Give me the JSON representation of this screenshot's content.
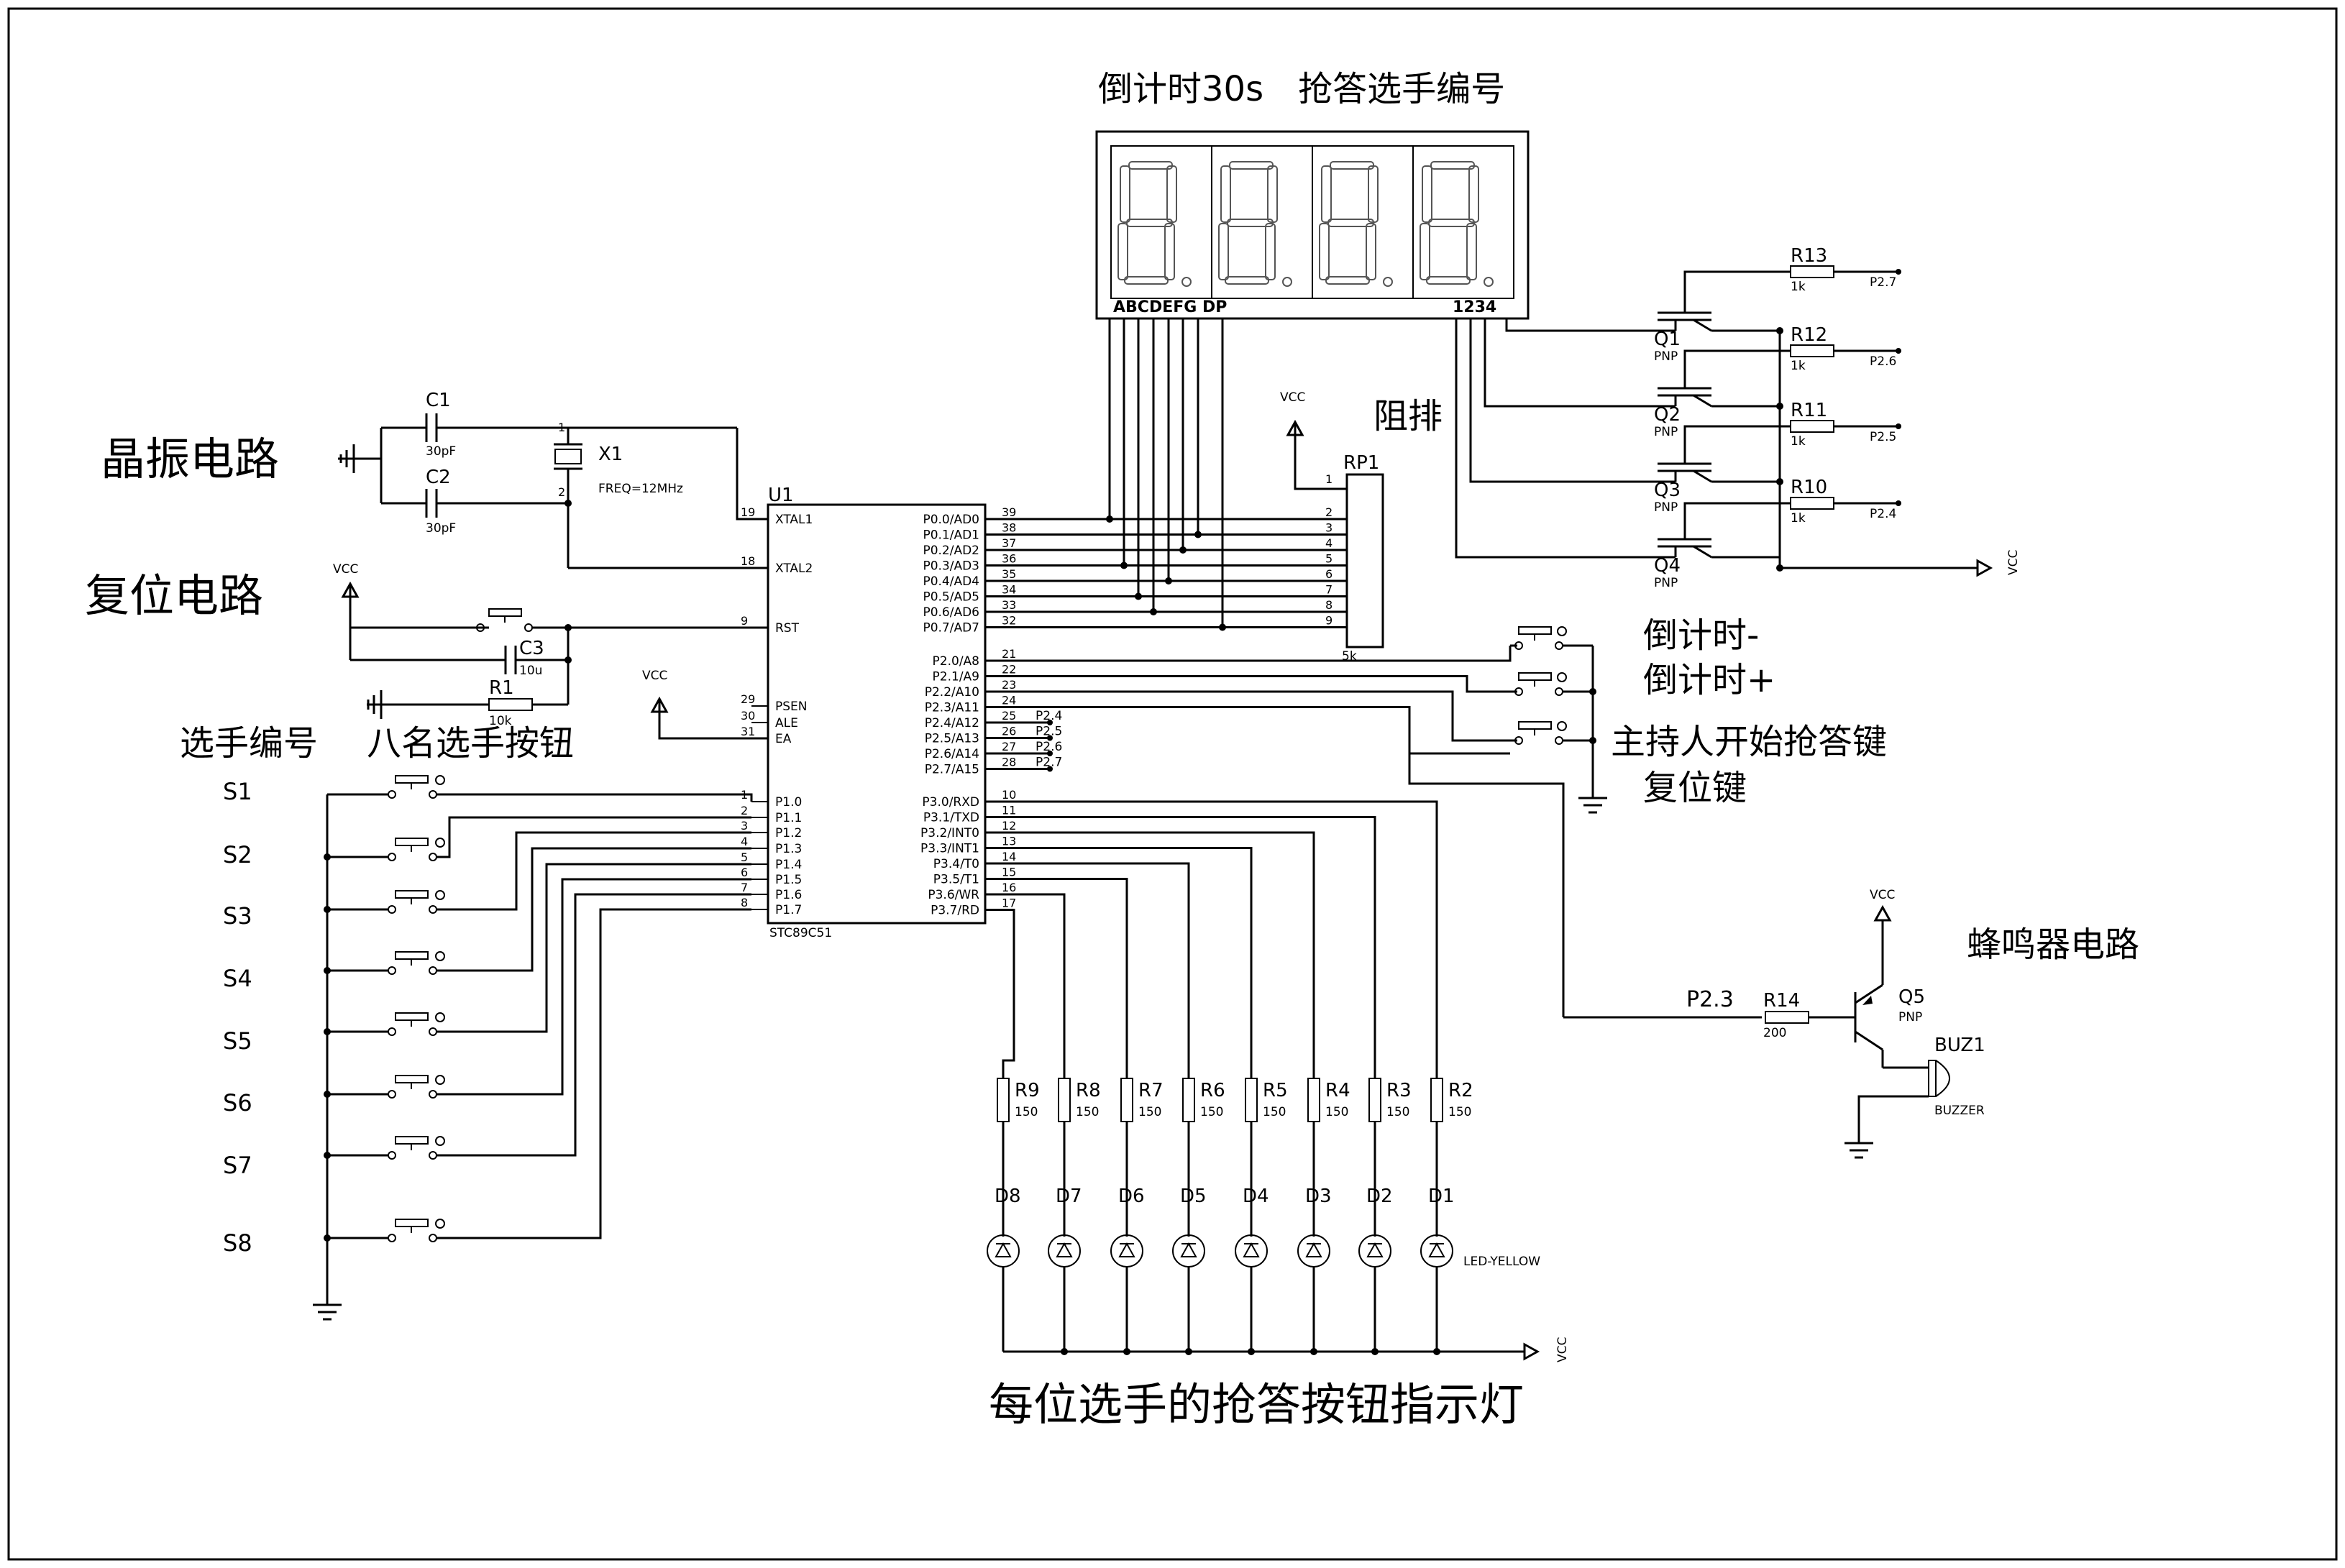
{
  "headings": {
    "display_title": "倒计时30s　抢答选手编号",
    "crystal": "晶振电路",
    "reset": "复位电路",
    "player_no": "选手编号",
    "eight_buttons": "八名选手按钮",
    "resistor_array": "阻排",
    "countdown_minus": "倒计时-",
    "countdown_plus": "倒计时+",
    "host_start": "主持人开始抢答键",
    "reset_key": "复位键",
    "buzzer": "蜂鸣器电路",
    "indicator": "每位选手的抢答按钮指示灯"
  },
  "display": {
    "segment_label": "ABCDEFG DP",
    "digit_label": "1234"
  },
  "mcu": {
    "ref": "U1",
    "part": "STC89C51",
    "left_pins": [
      {
        "num": "19",
        "name": "XTAL1"
      },
      {
        "num": "18",
        "name": "XTAL2"
      },
      {
        "num": "9",
        "name": "RST"
      },
      {
        "num": "29",
        "name": "PSEN"
      },
      {
        "num": "30",
        "name": "ALE"
      },
      {
        "num": "31",
        "name": "EA"
      },
      {
        "num": "1",
        "name": "P1.0"
      },
      {
        "num": "2",
        "name": "P1.1"
      },
      {
        "num": "3",
        "name": "P1.2"
      },
      {
        "num": "4",
        "name": "P1.3"
      },
      {
        "num": "5",
        "name": "P1.4"
      },
      {
        "num": "6",
        "name": "P1.5"
      },
      {
        "num": "7",
        "name": "P1.6"
      },
      {
        "num": "8",
        "name": "P1.7"
      }
    ],
    "right_pins": [
      {
        "num": "39",
        "name": "P0.0/AD0"
      },
      {
        "num": "38",
        "name": "P0.1/AD1"
      },
      {
        "num": "37",
        "name": "P0.2/AD2"
      },
      {
        "num": "36",
        "name": "P0.3/AD3"
      },
      {
        "num": "35",
        "name": "P0.4/AD4"
      },
      {
        "num": "34",
        "name": "P0.5/AD5"
      },
      {
        "num": "33",
        "name": "P0.6/AD6"
      },
      {
        "num": "32",
        "name": "P0.7/AD7"
      },
      {
        "num": "21",
        "name": "P2.0/A8"
      },
      {
        "num": "22",
        "name": "P2.1/A9"
      },
      {
        "num": "23",
        "name": "P2.2/A10"
      },
      {
        "num": "24",
        "name": "P2.3/A11"
      },
      {
        "num": "25",
        "name": "P2.4/A12"
      },
      {
        "num": "26",
        "name": "P2.5/A13"
      },
      {
        "num": "27",
        "name": "P2.6/A14"
      },
      {
        "num": "28",
        "name": "P2.7/A15"
      },
      {
        "num": "10",
        "name": "P3.0/RXD"
      },
      {
        "num": "11",
        "name": "P3.1/TXD"
      },
      {
        "num": "12",
        "name": "P3.2/INT0"
      },
      {
        "num": "13",
        "name": "P3.3/INT1"
      },
      {
        "num": "14",
        "name": "P3.4/T0"
      },
      {
        "num": "15",
        "name": "P3.5/T1"
      },
      {
        "num": "16",
        "name": "P3.6/WR"
      },
      {
        "num": "17",
        "name": "P3.7/RD"
      }
    ],
    "p2_net_labels": [
      "P2.4",
      "P2.5",
      "P2.6",
      "P2.7"
    ]
  },
  "crystal": {
    "c1": {
      "ref": "C1",
      "value": "30pF"
    },
    "c2": {
      "ref": "C2",
      "value": "30pF"
    },
    "x1": {
      "ref": "X1",
      "value": "FREQ=12MHz",
      "pin1": "1",
      "pin2": "2"
    }
  },
  "reset_circuit": {
    "vcc": "VCC",
    "c3": {
      "ref": "C3",
      "value": "10u"
    },
    "r1": {
      "ref": "R1",
      "value": "10k"
    }
  },
  "ea_vcc": "VCC",
  "rp1": {
    "ref": "RP1",
    "value": "5k",
    "vcc": "VCC",
    "pins": [
      "1",
      "2",
      "3",
      "4",
      "5",
      "6",
      "7",
      "8",
      "9"
    ]
  },
  "players": [
    "S1",
    "S2",
    "S3",
    "S4",
    "S5",
    "S6",
    "S7",
    "S8"
  ],
  "transistors": [
    {
      "ref": "Q1",
      "type": "PNP"
    },
    {
      "ref": "Q2",
      "type": "PNP"
    },
    {
      "ref": "Q3",
      "type": "PNP"
    },
    {
      "ref": "Q4",
      "type": "PNP"
    }
  ],
  "base_resistors": [
    {
      "ref": "R13",
      "value": "1k",
      "net": "P2.7"
    },
    {
      "ref": "R12",
      "value": "1k",
      "net": "P2.6"
    },
    {
      "ref": "R11",
      "value": "1k",
      "net": "P2.5"
    },
    {
      "ref": "R10",
      "value": "1k",
      "net": "P2.4"
    }
  ],
  "digit_vcc": "VCC",
  "buzzer_circuit": {
    "net": "P2.3",
    "r14": {
      "ref": "R14",
      "value": "200"
    },
    "q5": {
      "ref": "Q5",
      "type": "PNP"
    },
    "vcc": "VCC",
    "buz": {
      "ref": "BUZ1",
      "type": "BUZZER"
    }
  },
  "led_resistors": [
    {
      "ref": "R9",
      "value": "150"
    },
    {
      "ref": "R8",
      "value": "150"
    },
    {
      "ref": "R7",
      "value": "150"
    },
    {
      "ref": "R6",
      "value": "150"
    },
    {
      "ref": "R5",
      "value": "150"
    },
    {
      "ref": "R4",
      "value": "150"
    },
    {
      "ref": "R3",
      "value": "150"
    },
    {
      "ref": "R2",
      "value": "150"
    }
  ],
  "leds": [
    "D8",
    "D7",
    "D6",
    "D5",
    "D4",
    "D3",
    "D2",
    "D1"
  ],
  "led_type": "LED-YELLOW",
  "led_vcc": "VCC"
}
